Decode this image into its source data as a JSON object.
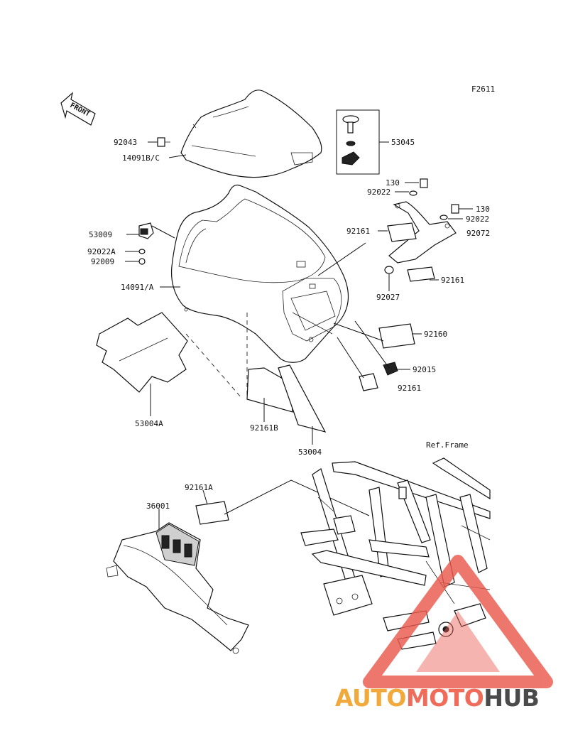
{
  "figure_code": "F2611",
  "front_label": "FRONT",
  "ref_frame_label": "Ref.Frame",
  "watermark": {
    "part1": "AUTO",
    "part2": "MOTO",
    "part3": "HUB",
    "color_auto": "#f2a93b",
    "color_moto": "#ef6b5a",
    "color_hub": "#4a4a4a"
  },
  "parts": {
    "p92043": "92043",
    "p14091bc": "14091B/C",
    "p53045": "53045",
    "p130a": "130",
    "p92022a": "92022",
    "p130b": "130",
    "p92022b": "92022",
    "p92072": "92072",
    "p92161a": "92161",
    "p92161b": "92161",
    "p92027": "92027",
    "p92160": "92160",
    "p92015": "92015",
    "p92161c": "92161",
    "p53009": "53009",
    "p92022A": "92022A",
    "p92009": "92009",
    "p14091a": "14091/A",
    "p53004A": "53004A",
    "p92161B": "92161B",
    "p53004": "53004",
    "p92161A": "92161A",
    "p36001": "36001"
  }
}
